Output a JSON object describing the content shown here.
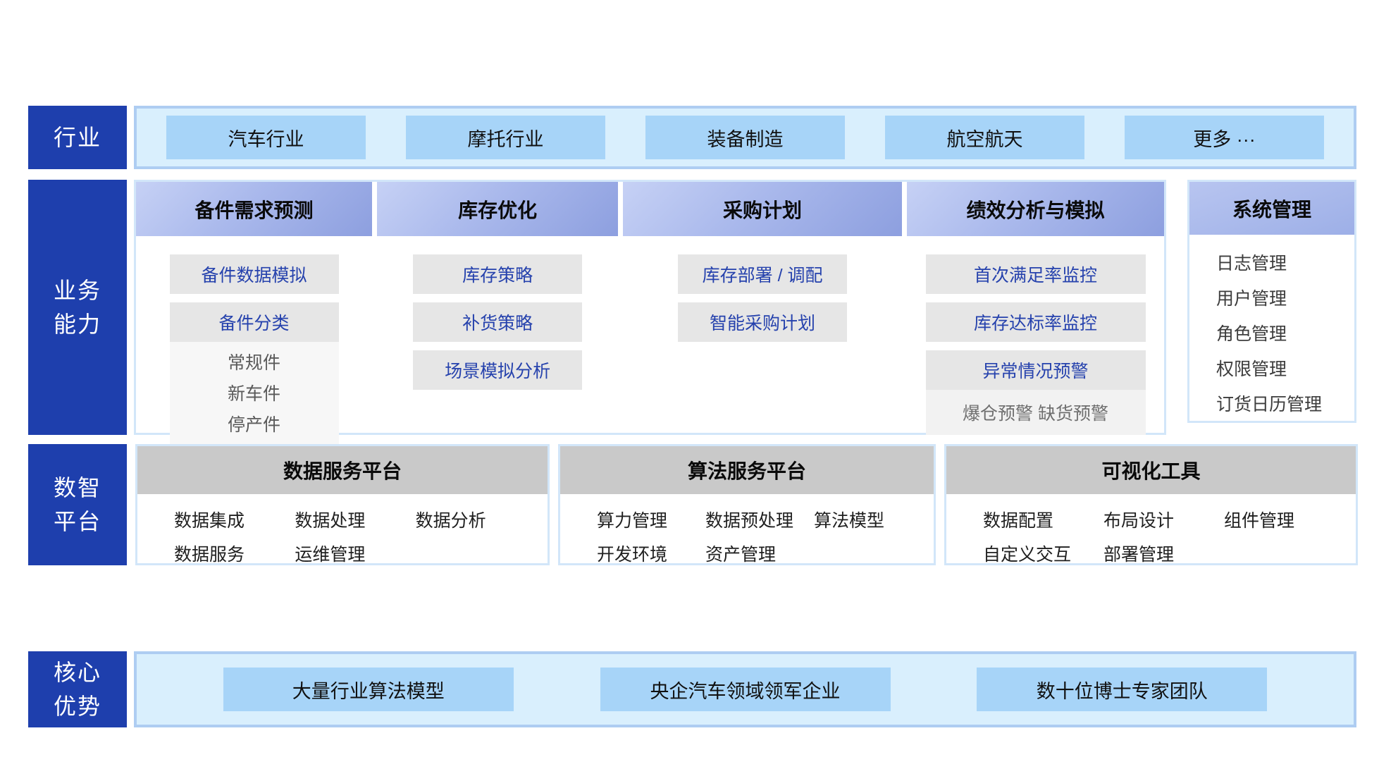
{
  "colors": {
    "sidebar_blue": "#1e3fad",
    "band_background": "#d9effd",
    "band_border": "#aecdf2",
    "chip_blue": "#a7d4f8",
    "header_gradient_top": "#c6d1f5",
    "header_gradient_bottom": "#8d9fdf",
    "item_gray": "#e6e6e6",
    "item_text_blue": "#2642ad",
    "subbox_gray": "#f6f6f6",
    "panel_header_gray": "#c9c9c9",
    "panel_border_blue": "#d2e6f9"
  },
  "sidebar": {
    "industry": "行业",
    "business_line1": "业务",
    "business_line2": "能力",
    "platform_line1": "数智",
    "platform_line2": "平台",
    "advantage_line1": "核心",
    "advantage_line2": "优势"
  },
  "industry": {
    "item1": "汽车行业",
    "item2": "摩托行业",
    "item3": "装备制造",
    "item4": "航空航天",
    "item5": "更多 ···"
  },
  "business": {
    "col1": {
      "title": "备件需求预测",
      "item1": "备件数据模拟",
      "item2": "备件分类",
      "sub1": "常规件",
      "sub2": "新车件",
      "sub3": "停产件"
    },
    "col2": {
      "title": "库存优化",
      "item1": "库存策略",
      "item2": "补货策略",
      "item3": "场景模拟分析"
    },
    "col3": {
      "title": "采购计划",
      "item1": "库存部署 / 调配",
      "item2": "智能采购计划"
    },
    "col4": {
      "title": "绩效分析与模拟",
      "item1": "首次满足率监控",
      "item2": "库存达标率监控",
      "item3": "异常情况预警",
      "sub1": "爆仓预警 缺货预警"
    },
    "system": {
      "title": "系统管理",
      "item1": "日志管理",
      "item2": "用户管理",
      "item3": "角色管理",
      "item4": "权限管理",
      "item5": "订货日历管理"
    }
  },
  "platform": {
    "panel1": {
      "title": "数据服务平台",
      "r1c1": "数据集成",
      "r1c2": "数据处理",
      "r1c3": "数据分析",
      "r2c1": "数据服务",
      "r2c2": "运维管理"
    },
    "panel2": {
      "title": "算法服务平台",
      "r1c1": "算力管理",
      "r1c2": "数据预处理",
      "r1c3": "算法模型",
      "r2c1": "开发环境",
      "r2c2": "资产管理"
    },
    "panel3": {
      "title": "可视化工具",
      "r1c1": "数据配置",
      "r1c2": "布局设计",
      "r1c3": "组件管理",
      "r2c1": "自定义交互",
      "r2c2": "部署管理"
    }
  },
  "advantage": {
    "item1": "大量行业算法模型",
    "item2": "央企汽车领域领军企业",
    "item3": "数十位博士专家团队"
  }
}
